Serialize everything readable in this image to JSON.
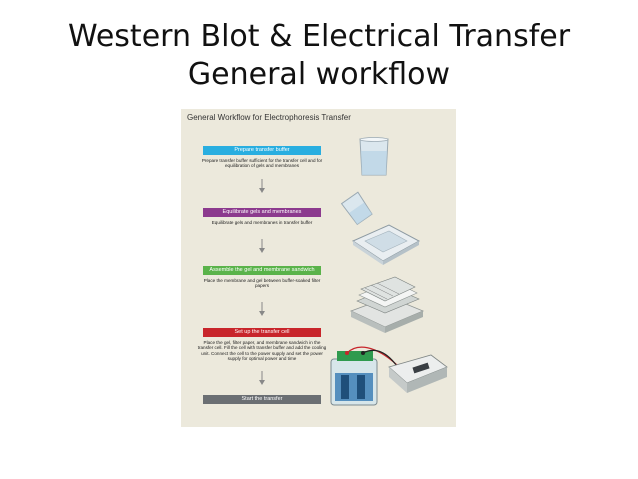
{
  "slide": {
    "title_line1": "Western Blot & Electrical Transfer",
    "title_line2": "General workflow"
  },
  "figure": {
    "title": "General Workflow for Electrophoresis Transfer",
    "steps": [
      {
        "label": "Prepare transfer buffer",
        "color": "#29aee0",
        "description": "Prepare transfer buffer sufficient for the transfer cell and for equilibration of gels and membranes"
      },
      {
        "label": "Equilibrate gels and membranes",
        "color": "#8c3a8e",
        "description": "Equilibrate gels and membranes in transfer buffer"
      },
      {
        "label": "Assemble the gel and membrane sandwich",
        "color": "#5ab34a",
        "description": "Place the membrane and gel between buffer-soaked filter papers"
      },
      {
        "label": "Set up the transfer cell",
        "color": "#c8252b",
        "description": "Place the gel, filter paper, and membrane sandwich in the transfer cell. Fill the cell with transfer buffer and add the cooling unit. Connect the cell to the power supply and set the power supply for optimal power and time"
      },
      {
        "label": "Start the transfer",
        "color": "#6b6f73",
        "description": ""
      }
    ],
    "icons": [
      "beaker-icon",
      "tilted-beaker-icon",
      "tray-icon",
      "gel-sandwich-stack-icon",
      "transfer-cell-power-supply-icon"
    ]
  }
}
